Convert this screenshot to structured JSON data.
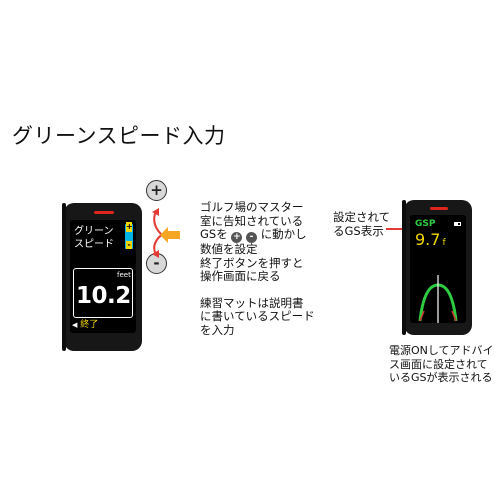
{
  "title": "グリーンスピード入力",
  "left_device": {
    "screen_title_line1": "グリーン",
    "screen_title_line2": "スピード",
    "plus_glyph": "+",
    "minus_glyph": "-",
    "unit": "feet",
    "value": "10.2",
    "end_button": "終了"
  },
  "side_buttons": {
    "plus": "+",
    "minus": "-"
  },
  "instructions": {
    "paragraph1": [
      "ゴルフ場のマスター",
      "室に告知されている"
    ],
    "line3_prefix": "GSを",
    "plus_icon": "+",
    "minus_icon": "-",
    "line3_suffix": "に動かし",
    "paragraph1_rest": [
      "数値を設定",
      "終了ボタンを押すと",
      "操作画面に戻る"
    ],
    "paragraph2": [
      "練習マットは説明書",
      "に書いているスピード",
      "を入力"
    ]
  },
  "right_label": [
    "設定されて",
    "るGS表示"
  ],
  "right_device": {
    "gs_label": "GSP",
    "gs_value": "9.7",
    "gs_unit": "f"
  },
  "right_caption": [
    "電源ONしてアドバイ",
    "ス画面に設定されて",
    "いるGSが表示される"
  ],
  "colors": {
    "brand_red": "#e0261c",
    "accent_cyan": "#00b4e6",
    "accent_yellow": "#f2d600",
    "accent_green": "#2ecc40",
    "arrow_orange": "#f5a623",
    "arc_red": "#d32f2f"
  }
}
